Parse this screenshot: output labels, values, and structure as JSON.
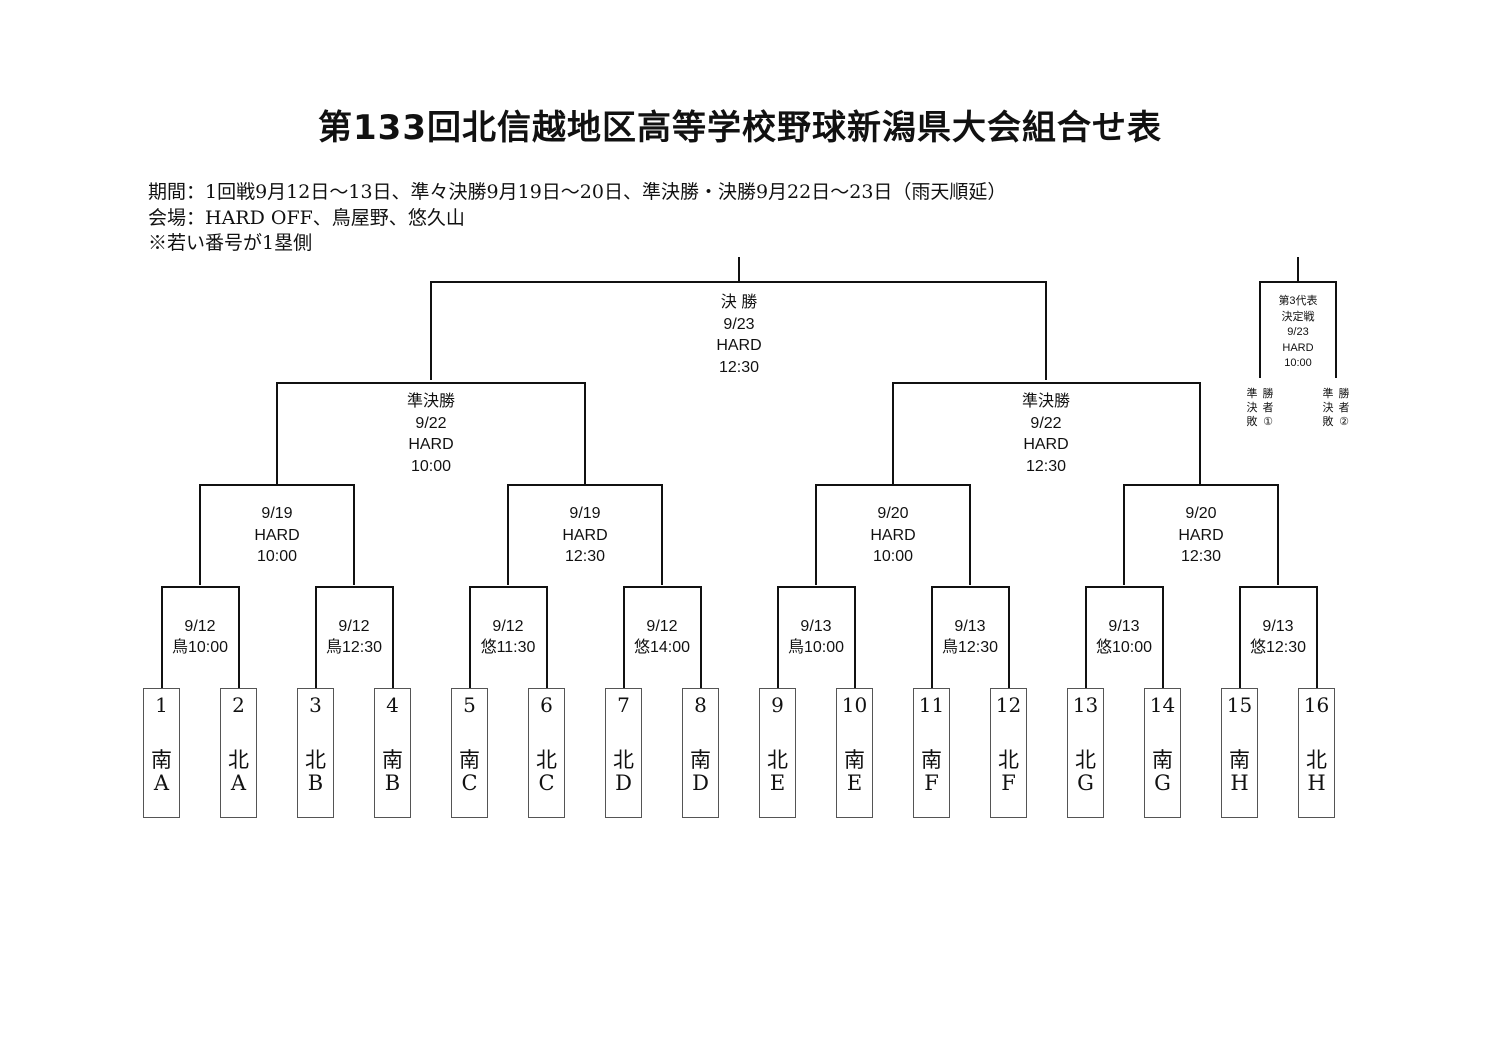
{
  "title": "第133回北信越地区高等学校野球新潟県大会組合せ表",
  "info": {
    "period": "期間：1回戦9月12日～13日、準々決勝9月19日～20日、準決勝・決勝9月22日～23日（雨天順延）",
    "venue": "会場：HARD OFF、鳥屋野、悠久山",
    "note": "※若い番号が1塁側"
  },
  "final": {
    "line1": "決 勝",
    "line2": "9/23",
    "line3": "HARD",
    "line4": "12:30"
  },
  "semis": [
    {
      "line1": "準決勝",
      "line2": "9/22",
      "line3": "HARD",
      "line4": "10:00"
    },
    {
      "line1": "準決勝",
      "line2": "9/22",
      "line3": "HARD",
      "line4": "12:30"
    }
  ],
  "quarters": [
    {
      "line1": "9/19",
      "line2": "HARD",
      "line3": "10:00"
    },
    {
      "line1": "9/19",
      "line2": "HARD",
      "line3": "12:30"
    },
    {
      "line1": "9/20",
      "line2": "HARD",
      "line3": "10:00"
    },
    {
      "line1": "9/20",
      "line2": "HARD",
      "line3": "12:30"
    }
  ],
  "round1": [
    {
      "line1": "9/12",
      "line2": "鳥10:00"
    },
    {
      "line1": "9/12",
      "line2": "鳥12:30"
    },
    {
      "line1": "9/12",
      "line2": "悠11:30"
    },
    {
      "line1": "9/12",
      "line2": "悠14:00"
    },
    {
      "line1": "9/13",
      "line2": "鳥10:00"
    },
    {
      "line1": "9/13",
      "line2": "鳥12:30"
    },
    {
      "line1": "9/13",
      "line2": "悠10:00"
    },
    {
      "line1": "9/13",
      "line2": "悠12:30"
    }
  ],
  "teams": [
    {
      "num": "1",
      "c1": "南",
      "c2": "A"
    },
    {
      "num": "2",
      "c1": "北",
      "c2": "A"
    },
    {
      "num": "3",
      "c1": "北",
      "c2": "B"
    },
    {
      "num": "4",
      "c1": "南",
      "c2": "B"
    },
    {
      "num": "5",
      "c1": "南",
      "c2": "C"
    },
    {
      "num": "6",
      "c1": "北",
      "c2": "C"
    },
    {
      "num": "7",
      "c1": "北",
      "c2": "D"
    },
    {
      "num": "8",
      "c1": "南",
      "c2": "D"
    },
    {
      "num": "9",
      "c1": "北",
      "c2": "E"
    },
    {
      "num": "10",
      "c1": "南",
      "c2": "E"
    },
    {
      "num": "11",
      "c1": "南",
      "c2": "F"
    },
    {
      "num": "12",
      "c1": "北",
      "c2": "F"
    },
    {
      "num": "13",
      "c1": "北",
      "c2": "G"
    },
    {
      "num": "14",
      "c1": "南",
      "c2": "G"
    },
    {
      "num": "15",
      "c1": "南",
      "c2": "H"
    },
    {
      "num": "16",
      "c1": "北",
      "c2": "H"
    }
  ],
  "third_place": {
    "line1": "第3代表",
    "line2": "決定戦",
    "line3": "9/23",
    "line4": "HARD",
    "line5": "10:00",
    "left_col1": "準決敗",
    "left_col2": "勝者①",
    "right_col1": "準決敗",
    "right_col2": "勝者②"
  }
}
